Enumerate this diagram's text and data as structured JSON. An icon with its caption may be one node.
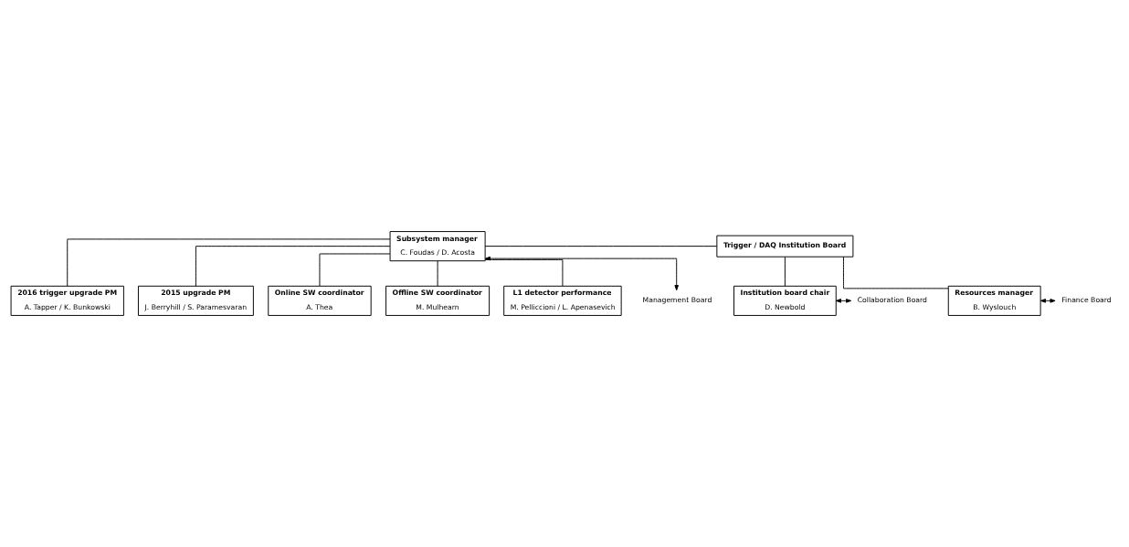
{
  "diagram": {
    "nodes": [
      {
        "text": [
          "Subsystem manager",
          "C. Foudas / D. Acosta"
        ]
      },
      {
        "text": [
          "Trigger / DAQ Institution Board"
        ]
      },
      {
        "text": [
          "Institution board chair",
          "D. Newbold"
        ]
      },
      {
        "text": [
          "Resources manager",
          "B. Wyslouch"
        ]
      },
      {
        "text": [
          "2016 trigger upgrade PM",
          "A. Tapper / K. Bunkowski"
        ]
      },
      {
        "text": [
          "2015 upgrade PM",
          "J. Berryhill / S. Paramesvaran"
        ]
      },
      {
        "text": [
          "Online SW coordinator",
          "A. Thea"
        ]
      },
      {
        "text": [
          "Offline SW coordinator",
          "M. Mulhearn"
        ]
      },
      {
        "text": [
          "L1 detector performance",
          "M. Pelliccioni / L. Apenasevich"
        ]
      },
      {
        "text": [
          "Management Board"
        ]
      },
      {
        "text": [
          "Collaboration Board"
        ]
      },
      {
        "text": [
          "Finance Board"
        ]
      }
    ],
    "edges": [
      {
        "from": 0,
        "to": 9,
        "arrow": "both"
      },
      {
        "from": 0,
        "to": 1,
        "arrow": "none"
      },
      {
        "from": 1,
        "to": 2,
        "arrow": "none"
      },
      {
        "from": 1,
        "to": 3,
        "arrow": "none"
      },
      {
        "from": 2,
        "to": 10,
        "arrow": "both"
      },
      {
        "from": 3,
        "to": 11,
        "arrow": "both"
      },
      {
        "from": 0,
        "to": 4,
        "arrow": "none"
      },
      {
        "from": 0,
        "to": 5,
        "arrow": "none"
      },
      {
        "from": 0,
        "to": 6,
        "arrow": "none"
      },
      {
        "from": 0,
        "to": 7,
        "arrow": "none"
      },
      {
        "from": 0,
        "to": 8,
        "arrow": "none"
      }
    ]
  }
}
